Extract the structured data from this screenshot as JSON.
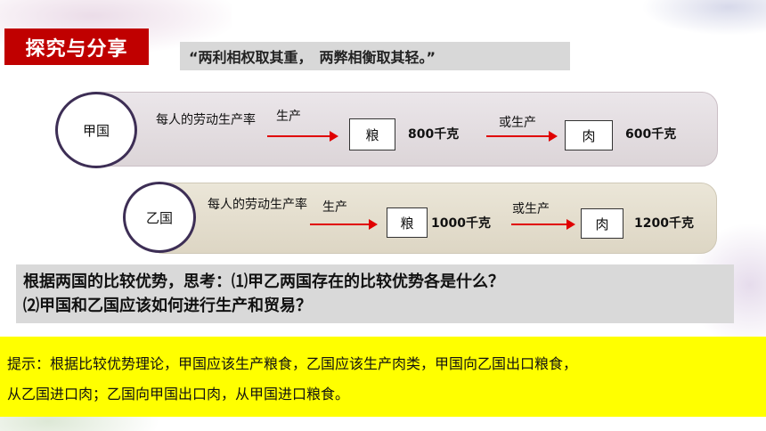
{
  "title": "探究与分享",
  "quote": "“两利相权取其重，　两弊相衡取其轻。”",
  "rows": [
    {
      "country": "甲国",
      "productivity_label": "每人的劳动生产率",
      "produce_label": "生产",
      "product1": "粮",
      "amount1": "800千克",
      "or_produce_label": "或生产",
      "product2": "肉",
      "amount2": "600千克"
    },
    {
      "country": "乙国",
      "productivity_label": "每人的劳动生产率",
      "produce_label": "生产",
      "product1": "粮",
      "amount1": "1000千克",
      "or_produce_label": "或生产",
      "product2": "肉",
      "amount2": "1200千克"
    }
  ],
  "question": {
    "line1": "根据两国的比较优势，思考：⑴甲乙两国存在的比较优势各是什么？",
    "line2": "⑵甲国和乙国应该如何进行生产和贸易？"
  },
  "hint": {
    "line1": "提示：根据比较优势理论，甲国应该生产粮食，乙国应该生产肉类，甲国向乙国出口粮食，",
    "line2": "从乙国进口肉；乙国向甲国出口肉，从甲国进口粮食。"
  },
  "colors": {
    "title_bg": "#c00000",
    "arrow": "#e00000",
    "hint_bg": "#ffff00",
    "question_bg": "#d9d9d9"
  }
}
